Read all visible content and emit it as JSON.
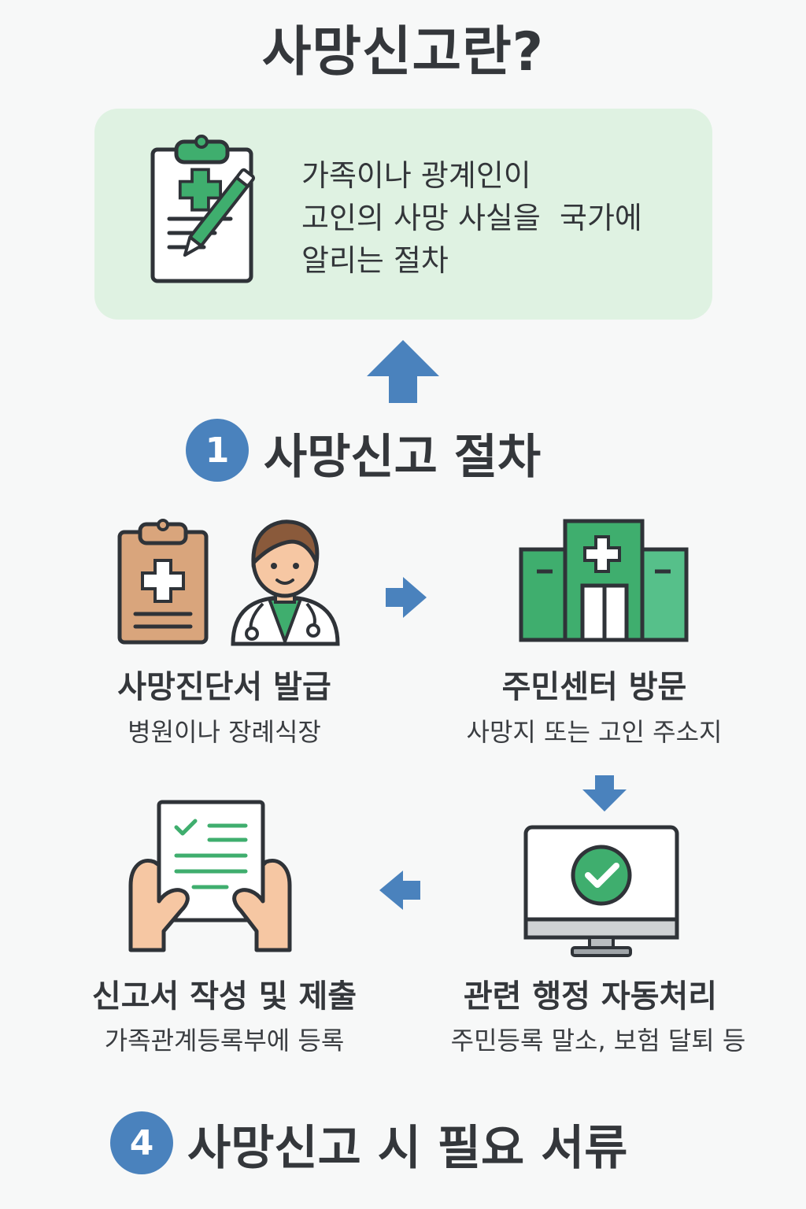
{
  "title": "사망신고란?",
  "definition": {
    "lines": [
      "가족이나 광계인이",
      "고인의 사망 사실을  국가에",
      "알리는 절차"
    ]
  },
  "section1": {
    "number": "1",
    "title": "사망신고 절차"
  },
  "steps": [
    {
      "title": "사망진단서 발급",
      "subtitle": "병원이나 장례식장"
    },
    {
      "title": "주민센터 방문",
      "subtitle": "사망지 또는 고인 주소지"
    },
    {
      "title": "관련 행정 자동처리",
      "subtitle": "주민등록 말소, 보험 달퇴 등"
    },
    {
      "title": "신고서 작성 및 제출",
      "subtitle": "가족관계등록부에 등록"
    }
  ],
  "section4": {
    "number": "4",
    "title": "사망신고 시 필요 서류"
  },
  "colors": {
    "accent_blue": "#4a82bd",
    "green": "#3fae6e",
    "mint_box": "#dff2e2",
    "text_dark": "#34373b"
  }
}
